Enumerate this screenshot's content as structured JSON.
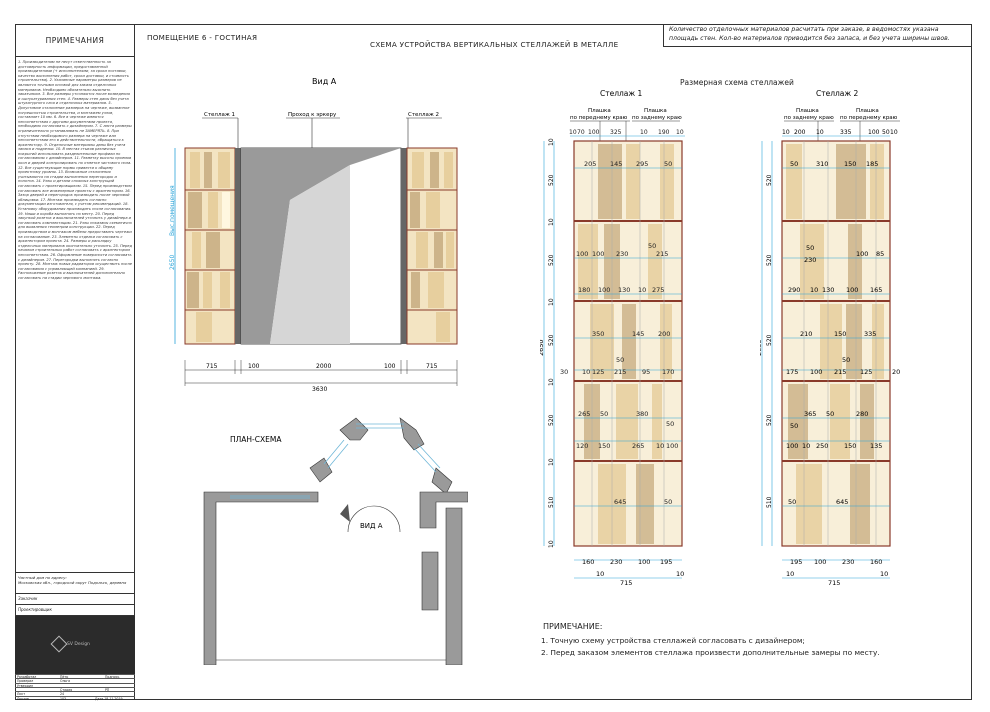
{
  "sidebar": {
    "title": "ПРИМЕЧАНИЯ",
    "notes": "1. Производителям не несут ответственность за достоверность информации, предоставленной производителями (+ исполнителями, за сроки поставки, качество выполнения работ, сроки доставки, и стоимость строительства). 2. Указанные параметры размеров не являются точными основой для заказа отделочных материалов. Необходимо обязательно выяснить заказчиком. 3. Все размеры уточняются после возведения и оштукатуривания стен. 4. Размеры стен даны без учета штукатурного слоя и отделочных материалов. 5. Допустимое отклонение размеров на чертеже, вызванное погрешностью строительства, и монтажем узлов, составляет 10 мм. 6. Все в чертеже имеются несоответствия с другими документами проекта, необходимо согласовать с дизайнером. 7. С листа размеры ограничительно устанавливать не ЗАМЕРЯТЬ. 8. При отсутствии необходимого размера на чертеже или несоответствии его в действительности, обращаться к архитектору. 9. Отделочные материалы даны без учета запаса и подрезки. 10. В местах стыков различных покрытий использовать разделительные профили по согласованию с дизайнером. 11. Разметку высоты проемов окон и дверей контролировать по отметке чистового пола. 12. Все существующие нормы привести к общему проектному уровню. 13. Возможные отклонения учитываются на стадии выполнения перегородок и полотна. 14. Узлы и детали сложных конструкций согласовать с проектировщиком. 15. Перед производством согласовать все инженерные проекты с архитектором. 16. Зазор дверей и перегородок производить после черновой облицовки. 17. Монтаж производить согласно документации изготовителя, с учетом рекомендаций. 18. Установку оборудования производить после согласования. 19. Ниши и короба выполнять по месту. 20. Перед закупкой розеток и выключателей уточнить у дизайнера и согласовать комплектацию. 21. Узлы показаны схематично для выявления геометрии конструкции. 22. Перед производством и монтажом мебели предоставить чертежи на согласование. 23. Элементы отделки согласовать с архитектором проекта. 24. Размеры и раскладку отделочных материалов окончательно уточнить. 25. Перед началом строительных работ согласовать с архитектором несоответствия. 26. Оформление поверхности согласовать с дизайнером. 27. Перегородки выполнять согласно проекту. 28. Монтаж новых радиаторов осуществить после согласования с управляющей компанией. 29. Расположение розеток и выключателей дополнительно согласовать на стадии чернового монтажа.",
    "address_label": "Частный дом по адресу:",
    "address": "Московская обл., городской округ Подольск, деревня",
    "customer_label": "Заказчик",
    "designer_label": "Проектировщик",
    "logo_text": "SV Design",
    "stamp_rows": [
      {
        "a": "Разработал",
        "b": "Пётр",
        "c": "Подпись"
      },
      {
        "a": "Проверил",
        "b": "Ольга",
        "c": ""
      },
      {
        "a": "Утвердил",
        "b": "",
        "c": ""
      },
      {
        "a": "",
        "b": "Стадия",
        "c": "РП"
      },
      {
        "a": "Лист",
        "b": "24",
        "c": ""
      },
      {
        "a": "Листов",
        "b": "103",
        "c": "Дата   18.11.2019"
      }
    ]
  },
  "header": {
    "room": "ПОМЕЩЕНИЕ 6 - ГОСТИНАЯ",
    "scheme_title": "СХЕМА УСТРОЙСТВА ВЕРТИКАЛЬНЫХ СТЕЛЛАЖЕЙ В МЕТАЛЛЕ",
    "materials_note_1": "Количество отделочных материалов расчитать при заказе, в ведомостях указана",
    "materials_note_2": "площадь стен. Кол-во материалов приводится без запаса, и без учета ширины швов."
  },
  "view_a": {
    "title": "Вид А",
    "rack1_label": "Стеллаж 1",
    "passage_label": "Проход к эркеру",
    "rack2_label": "Стеллаж 2",
    "height_value": "2650",
    "height_label": "Выс.помещения",
    "widths": [
      "715",
      "100",
      "2000",
      "100",
      "715"
    ],
    "total_width": "3630"
  },
  "plan": {
    "title": "ПЛАН-СХЕМА",
    "view_label": "ВИД А"
  },
  "dim_scheme": {
    "title": "Размерная схема стеллажей",
    "rack1": {
      "title": "Стеллаж 1",
      "front_label_1": "Плашка",
      "front_label_2": "по переднему краю",
      "back_label_1": "Плашка",
      "back_label_2": "по заднему краю",
      "top_dims": [
        "10",
        "70",
        "100",
        "325",
        "10",
        "190",
        "10"
      ],
      "height": "2650",
      "row_heights": [
        "520",
        "520",
        "520",
        "520",
        "510"
      ],
      "gaps": [
        "10",
        "10",
        "10",
        "10",
        "10",
        "10"
      ],
      "inner_labels": [
        "205",
        "145",
        "295",
        "50",
        "50",
        "100",
        "100",
        "230",
        "215",
        "180",
        "100",
        "130",
        "10",
        "275",
        "350",
        "145",
        "200",
        "50",
        "30",
        "10",
        "125",
        "215",
        "95",
        "170",
        "265",
        "50",
        "380",
        "50",
        "120",
        "150",
        "265",
        "10",
        "100",
        "645",
        "50"
      ],
      "bottom_dims": [
        "160",
        "230",
        "100",
        "195"
      ],
      "bottom_small": [
        "10",
        "10"
      ],
      "total": "715"
    },
    "rack2": {
      "title": "Стеллаж 2",
      "back_label_1": "Плашка",
      "back_label_2": "по заднему краю",
      "front_label_1": "Плашка",
      "front_label_2": "по переднему краю",
      "top_dims": [
        "10",
        "200",
        "10",
        "335",
        "100",
        "50",
        "10"
      ],
      "height": "2650",
      "row_heights": [
        "520",
        "520",
        "520",
        "520",
        "510"
      ],
      "inner_labels": [
        "50",
        "310",
        "150",
        "185",
        "50",
        "230",
        "100",
        "85",
        "290",
        "10",
        "130",
        "100",
        "165",
        "210",
        "150",
        "335",
        "50",
        "175",
        "100",
        "215",
        "125",
        "20",
        "365",
        "50",
        "280",
        "50",
        "100",
        "10",
        "250",
        "150",
        "135",
        "50",
        "645"
      ],
      "bottom_dims": [
        "195",
        "100",
        "230",
        "160"
      ],
      "bottom_small": [
        "10",
        "10"
      ],
      "total": "715"
    }
  },
  "notes": {
    "title": "ПРИМЕЧАНИЕ:",
    "line1": "1. Точную схему устройства стеллажей согласовать с дизайнером;",
    "line2": "2. Перед заказом элементов стеллажа произвести дополнительные замеры по месту."
  },
  "colors": {
    "wood_light": "#f3e4c2",
    "wood_mid": "#e7cf9e",
    "wood_dark": "#cdb48a",
    "frame": "#8a3a2a",
    "dim": "#2aa3d8",
    "wall": "#9a9a9a"
  }
}
